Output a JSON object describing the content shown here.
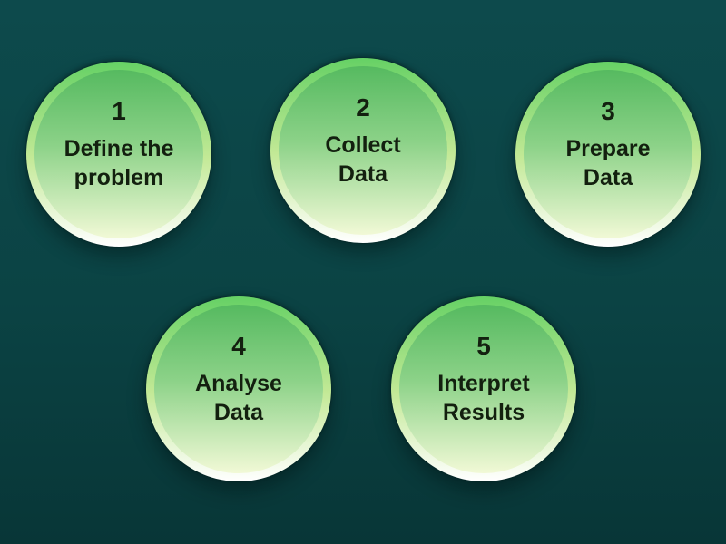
{
  "diagram": {
    "description": "Five-step data analysis process diagram"
  },
  "steps": [
    {
      "number": "1",
      "label": "Define the\nproblem"
    },
    {
      "number": "2",
      "label": "Collect\nData"
    },
    {
      "number": "3",
      "label": "Prepare\nData"
    },
    {
      "number": "4",
      "label": "Analyse\nData"
    },
    {
      "number": "5",
      "label": "Interpret\nResults"
    }
  ],
  "colors": {
    "background_top": "#0d4a4c",
    "background_mid": "#0b4344",
    "background_bottom": "#083637",
    "circle_outer_top": "#66d165",
    "circle_outer_mid": "#c3e996",
    "circle_outer_bottom": "#ffffff",
    "circle_inner_top": "#56ba60",
    "circle_inner_mid": "#8cd288",
    "circle_inner_bottom": "#f1f9d6",
    "text": "#13200f"
  }
}
